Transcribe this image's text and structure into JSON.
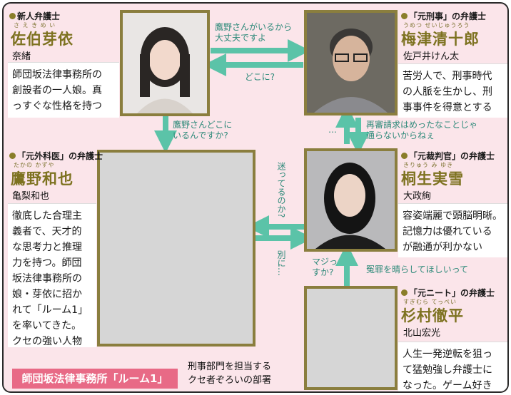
{
  "characters": [
    {
      "tag": "新人弁護士",
      "ruby": "さ え き め い",
      "name": "佐伯芽依",
      "actor": "奈緒",
      "desc": [
        "師団坂法律事務所の",
        "創設者の一人娘。真",
        "っすぐな性格を持つ"
      ]
    },
    {
      "tag": "「元刑事」の弁護士",
      "ruby": "うめつ せいじゅうろう",
      "name": "梅津清十郎",
      "actor": "佐戸井けん太",
      "desc": [
        "苦労人で、刑事時代",
        "の人脈を生かし、刑",
        "事事件を得意とする"
      ]
    },
    {
      "tag": "「元外科医」の弁護士",
      "ruby": "たかの かずや",
      "name": "鷹野和也",
      "actor": "亀梨和也",
      "desc": [
        "徹底した合理主",
        "義者で、天才的",
        "な思考力と推理",
        "力を持つ。師団",
        "坂法律事務所の",
        "娘・芽依に招か",
        "れて「ルーム1」",
        "を率いてきた。",
        "クセの強い人物"
      ]
    },
    {
      "tag": "「元裁判官」の弁護士",
      "ruby": "きりゅう み ゆき",
      "name": "桐生実雪",
      "actor": "大政絢",
      "desc": [
        "容姿端麗で頭脳明晰。",
        "記憶力は優れている",
        "が融通が利かない"
      ]
    },
    {
      "tag": "「元ニート」の弁護士",
      "ruby": "すぎむら てっぺい",
      "name": "杉村徹平",
      "actor": "北山宏光",
      "desc": [
        "人生一発逆転を狙っ",
        "て猛勉強し弁護士に",
        "なった。ゲーム好き"
      ]
    }
  ],
  "relations": {
    "meiToUmetsu": [
      "鷹野さんがいるから",
      "大丈夫ですよ"
    ],
    "umetsuToMei": "どこに?",
    "meiToTakano": [
      "鷹野さんどこに",
      "いるんですか?"
    ],
    "umetsuKiryu": "…",
    "kiryuToUmetsu": [
      "再審請求はめったなことじゃ",
      "通らないからねぇ"
    ],
    "kiryuToTakano": "迷ってるのか?",
    "takanoToKiryu": "別に…",
    "sugimuraAside": [
      "マジっ",
      "すか?"
    ],
    "sugimuraToKiryu": "冤罪を晴らしてほしいって"
  },
  "caption": {
    "label": "師団坂法律事務所「ルーム1」",
    "text": [
      "刑事部門を担当する",
      "クセ者ぞろいの部署"
    ]
  },
  "colors": {
    "frame": "#fbe5ea",
    "photoBorder": "#8a7e3e",
    "name": "#7d7220",
    "arrow": "#5bc3a8",
    "caption": "#e86a86"
  }
}
